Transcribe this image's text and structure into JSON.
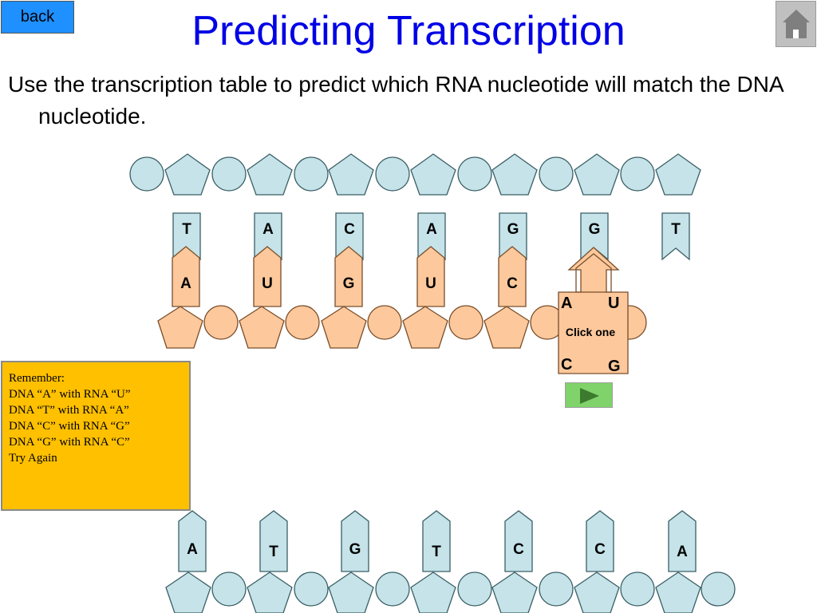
{
  "nav": {
    "back_label": "back",
    "home_icon": "house-icon"
  },
  "title": "Predicting Transcription",
  "instruction": "Use the transcription table to predict which RNA nucleotide will match the DNA nucleotide.",
  "dna_top": [
    "T",
    "A",
    "C",
    "A",
    "G",
    "G",
    "T"
  ],
  "rna_matched": [
    "A",
    "U",
    "G",
    "U",
    "C"
  ],
  "choice_panel": {
    "options": [
      "A",
      "U",
      "C",
      "G"
    ],
    "prompt": "Click one"
  },
  "remember": {
    "lines": [
      "Remember:",
      "DNA “A” with RNA “U”",
      "DNA “T” with RNA “A”",
      "DNA “C” with RNA “G”",
      "DNA “G” with RNA “C”"
    ],
    "feedback": "Try Again"
  },
  "dna_bottom": [
    "A",
    "T",
    "G",
    "T",
    "C",
    "C",
    "A"
  ],
  "colors": {
    "dna": "#c5e3e8",
    "rna": "#fcc89c",
    "reminder_bg": "#ffc000",
    "title": "#0000e6",
    "back_button": "#1e90ff",
    "next_button": "#7fd36a"
  },
  "next_icon": "play-arrow-icon"
}
